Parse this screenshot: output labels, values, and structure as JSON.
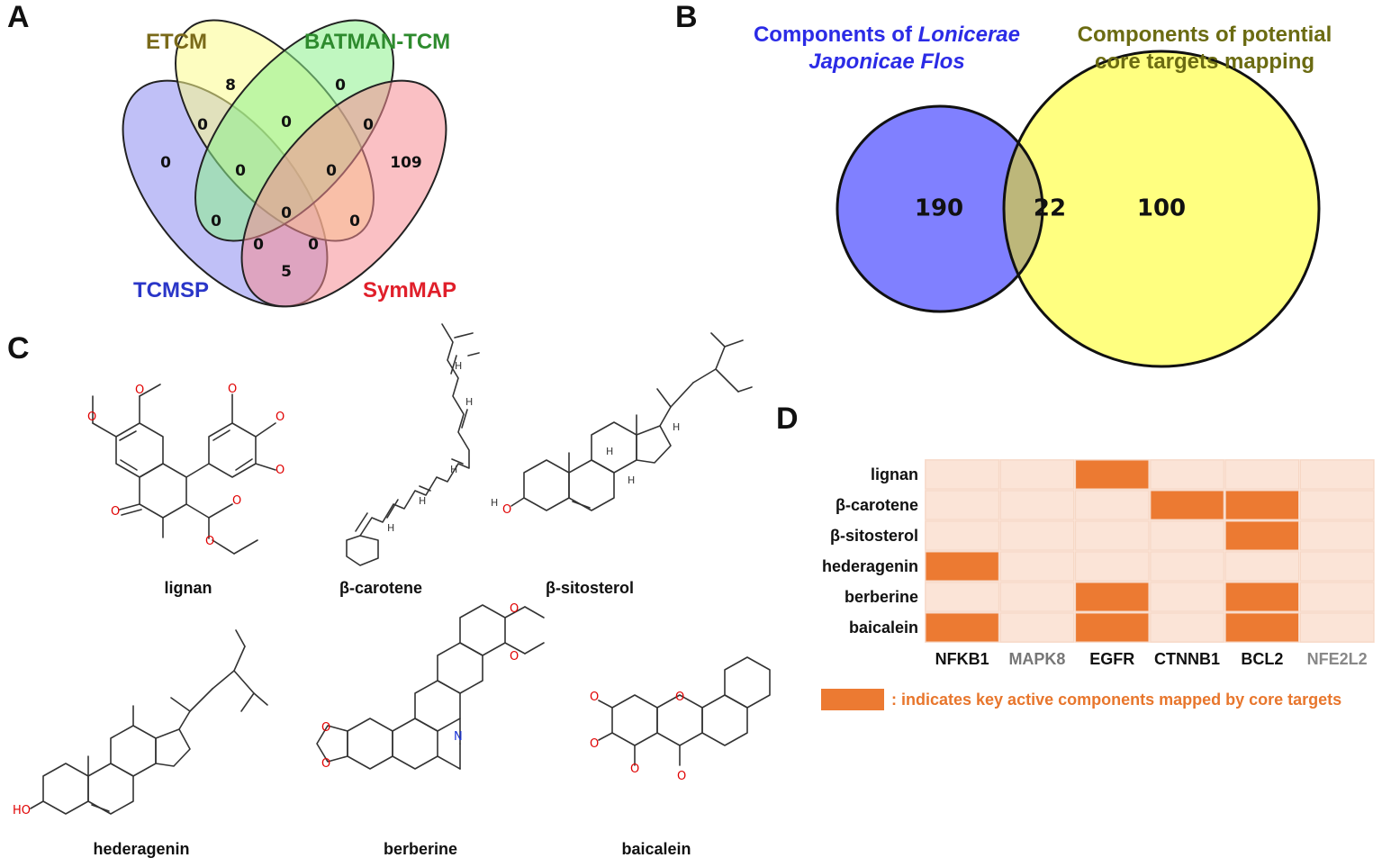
{
  "colors": {
    "heat_on": "#ec7a32",
    "heat_off": "#fbe4d7",
    "heat_grid": "#f6d6c4"
  },
  "panels": {
    "a": {
      "letter": "A"
    },
    "b": {
      "letter": "B"
    },
    "c": {
      "letter": "C"
    },
    "d": {
      "letter": "D"
    }
  },
  "venn4": {
    "labels": {
      "etcm": {
        "text": "ETCM",
        "color": "#7a6a1a"
      },
      "batman": {
        "text": "BATMAN-TCM",
        "color": "#2e8b2e"
      },
      "tcmsp": {
        "text": "TCMSP",
        "color": "#2a36c8"
      },
      "symmap": {
        "text": "SymMAP",
        "color": "#e01f2a"
      }
    },
    "set_colors": {
      "tcmsp": "#8c8cf0",
      "etcm": "#fbfb8c",
      "batman": "#8cf08c",
      "symmap": "#f58c94"
    },
    "counts": {
      "tcmsp_only": "0",
      "etcm_only": "8",
      "batman_only": "0",
      "symmap_only": "109",
      "tcmsp_etcm": "0",
      "etcm_batman": "0",
      "batman_symmap": "0",
      "tcmsp_etcm_batman": "0",
      "etcm_batman_symmap": "0",
      "tcmsp_batman": "0",
      "all_four": "0",
      "etcm_symmap": "0",
      "tcmsp_etcm_symmap": "0",
      "tcmsp_batman_symmap": "0",
      "tcmsp_symmap": "5"
    }
  },
  "venn2": {
    "left_title_1": "Components of ",
    "left_title_1_italic": "Lonicerae",
    "left_title_2_italic": "Japonicae Flos",
    "left_color": "#2b2be6",
    "right_title_1": "Components of potential",
    "right_title_2": "core targets mapping",
    "right_color": "#6b6b12",
    "left_fill": "#8080ff",
    "right_fill": "#ffff80",
    "overlap_fill": "#bdb77a",
    "left_count": "190",
    "overlap_count": "22",
    "right_count": "100"
  },
  "molecules": {
    "lignan": "lignan",
    "b_carotene": "β-carotene",
    "b_sitosterol": "β-sitosterol",
    "hederagenin": "hederagenin",
    "berberine": "berberine",
    "baicalein": "baicalein",
    "atom_o": "O",
    "atom_n": "N",
    "atom_h": "H",
    "atom_ho": "HO"
  },
  "heatmap": {
    "rows": [
      "lignan",
      "β-carotene",
      "β-sitosterol",
      "hederagenin",
      "berberine",
      "baicalein"
    ],
    "columns": [
      {
        "name": "NFKB1",
        "color": "#111111"
      },
      {
        "name": "MAPK8",
        "color": "#777777"
      },
      {
        "name": "EGFR",
        "color": "#111111"
      },
      {
        "name": "CTNNB1",
        "color": "#111111"
      },
      {
        "name": "BCL2",
        "color": "#111111"
      },
      {
        "name": "NFE2L2",
        "color": "#888888"
      }
    ],
    "matrix": [
      [
        0,
        0,
        1,
        0,
        0,
        0
      ],
      [
        0,
        0,
        0,
        1,
        1,
        0
      ],
      [
        0,
        0,
        0,
        0,
        1,
        0
      ],
      [
        1,
        0,
        0,
        0,
        0,
        0
      ],
      [
        0,
        0,
        1,
        0,
        1,
        0
      ],
      [
        1,
        0,
        1,
        0,
        1,
        0
      ]
    ],
    "legend_text": ": indicates key active components mapped by core targets",
    "legend_color": "#e8762c"
  }
}
